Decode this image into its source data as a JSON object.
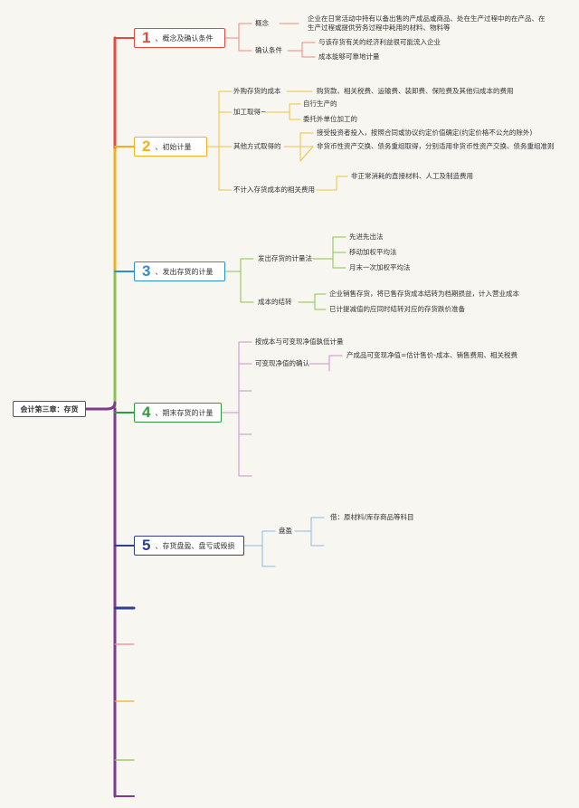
{
  "root": "会计第三章：存货",
  "colors": {
    "b1": "#e64a3c",
    "b2": "#f0b020",
    "b3": "#2b8fd2",
    "b4": "#2f9a3e",
    "b5": "#2e3f8f",
    "trunk": "#7d3a8e"
  },
  "branches": [
    {
      "num": "1",
      "label": "、概念及确认条件"
    },
    {
      "num": "2",
      "label": "、初始计量"
    },
    {
      "num": "3",
      "label": "、发出存货的计量"
    },
    {
      "num": "4",
      "label": "、期末存货的计量"
    },
    {
      "num": "5",
      "label": "、存货盘盈、盘亏或毁损"
    }
  ],
  "b1": {
    "concept": "概念",
    "concept_text": "企业在日常活动中持有以备出售的产成品或商品、处在生产过程中的在产品、在生产过程或提供劳务过程中耗用的材料、物料等",
    "confirm": "确认条件",
    "confirm_items": [
      "与该存货有关的经济利益很可能流入企业",
      "成本能够可靠地计量"
    ]
  },
  "b2": {
    "purchase": "外购存货的成本",
    "purchase_text": "购货款、相关税费、运输费、装卸费、保险费及其他归成本的费用",
    "process": "加工取得~",
    "process_items": [
      "自行生产的",
      "委托外单位加工的"
    ],
    "other": "其他方式取得的",
    "other_items": [
      "接受投资者投入，按照合同或协议约定价值确定(约定价格不公允的除外)",
      "非货币性资产交换、债务重组取得，分别适用非货币性资产交换、债务重组准则"
    ],
    "exclude": "不计入存货成本的相关费用",
    "exclude_text": "非正常消耗的直接材料、人工及制造费用"
  },
  "b3": {
    "method": "发出存货的计量法",
    "method_items": [
      "先进先出法",
      "移动加权平均法",
      "月末一次加权平均法"
    ],
    "carry": "成本的结转",
    "carry_items": [
      "企业销售存货，将已售存货成本结转为档期损益，计入营业成本",
      "已计提减值的应同时结转对应的存货跌价准备"
    ]
  },
  "b4": {
    "lower": "按成本与可变现净值孰低计量",
    "nrv": "可变现净值的确认",
    "nrv_text": "产成品可变现净值=估计售价-成本、销售费用、相关税费"
  },
  "b5": {
    "surplus": "盘盈",
    "surplus_text": "借：原材料/库存商品等科目"
  }
}
